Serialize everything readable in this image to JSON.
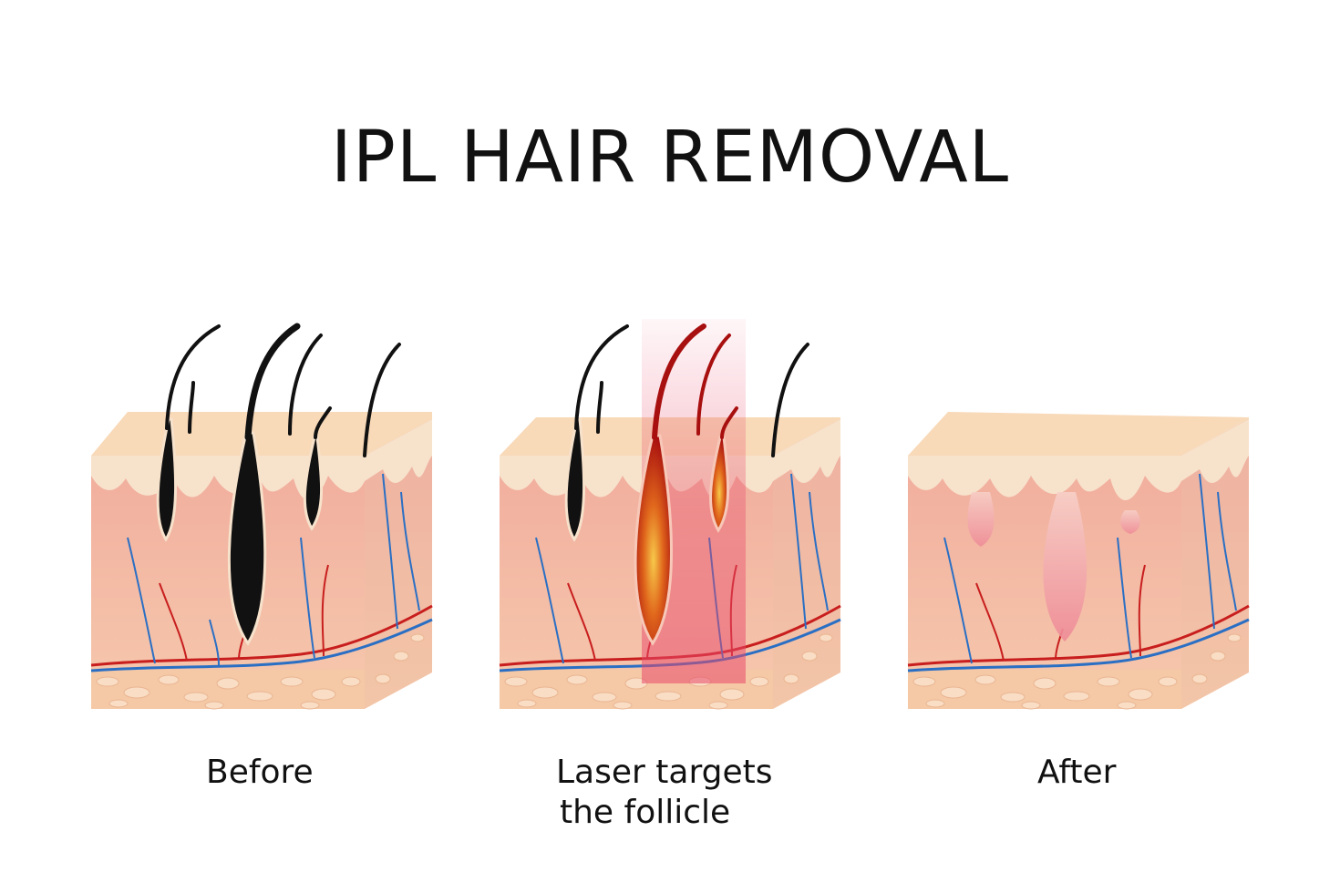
{
  "title": "IPL HAIR REMOVAL",
  "panels": [
    {
      "id": "before",
      "caption_lines": [
        "Before"
      ]
    },
    {
      "id": "laser",
      "caption_lines": [
        "Laser targets",
        "the follicle"
      ]
    },
    {
      "id": "after",
      "caption_lines": [
        "After"
      ]
    }
  ],
  "colors": {
    "skin_top": "#f8d9b8",
    "epidermis": "#f7e2cc",
    "dermis": "#f2b7a2",
    "side_face": "#f3c8ae",
    "fat_layer": "#f5c9a6",
    "hair": "#111111",
    "vein": "#2a6fc4",
    "artery": "#c81e1e",
    "laser_beam": "#e8486a",
    "heated_follicle": "#b3120f",
    "faded_follicle": "#f3a0a8"
  }
}
